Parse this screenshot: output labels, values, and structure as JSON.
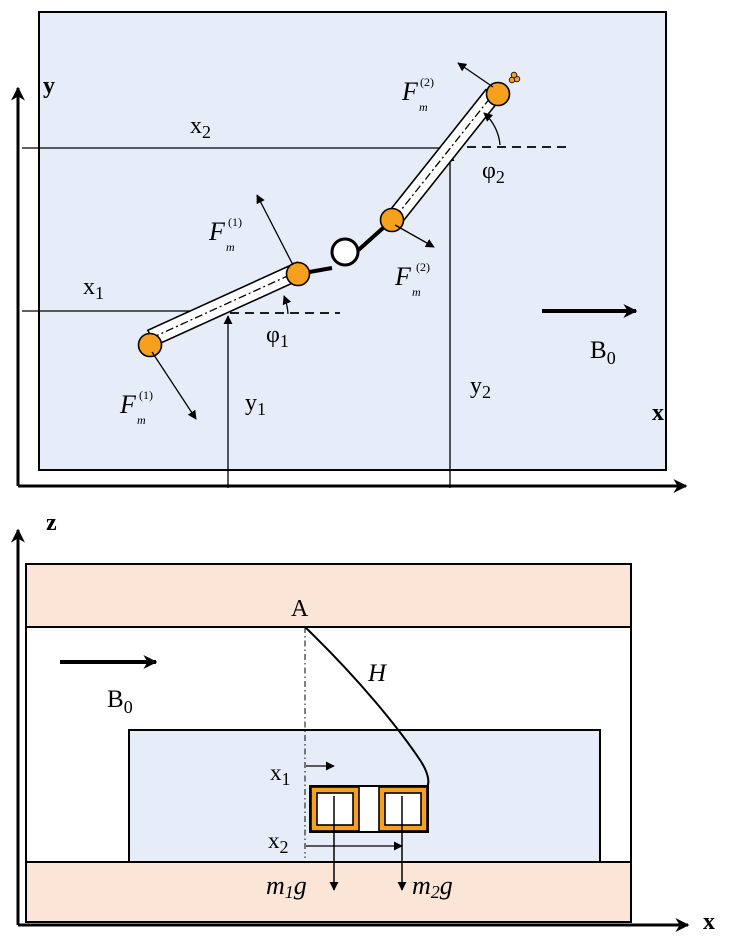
{
  "colors": {
    "plane_fill": "#e6edf8",
    "layer_fill": "#fbe5d6",
    "magnet_fill": "#f6a01e",
    "stroke": "#000000",
    "frame_white": "#ffffff"
  },
  "top_view": {
    "axis_y": "y",
    "axis_x": "x",
    "x1": {
      "base": "x",
      "sub": "1"
    },
    "x2": {
      "base": "x",
      "sub": "2"
    },
    "y1": {
      "base": "y",
      "sub": "1"
    },
    "y2": {
      "base": "y",
      "sub": "2"
    },
    "phi1": {
      "base": "φ",
      "sub": "1"
    },
    "phi2": {
      "base": "φ",
      "sub": "2"
    },
    "B0": {
      "base": "B",
      "sub": "0"
    },
    "force_labels": [
      {
        "base": "F",
        "sub": "m",
        "sup": "(1)"
      },
      {
        "base": "F",
        "sub": "m",
        "sup": "(1)"
      },
      {
        "base": "F",
        "sub": "m",
        "sup": "(2)"
      },
      {
        "base": "F",
        "sub": "m",
        "sup": "(2)"
      }
    ]
  },
  "side_view": {
    "axis_z": "z",
    "axis_x": "x",
    "point_A": "A",
    "thread_H": "H",
    "B0": {
      "base": "B",
      "sub": "0"
    },
    "x1": {
      "base": "x",
      "sub": "1"
    },
    "x2": {
      "base": "x",
      "sub": "2"
    },
    "m1g": {
      "m": "m",
      "sub": "1",
      "g": "g"
    },
    "m2g": {
      "m": "m",
      "sub": "2",
      "g": "g"
    }
  }
}
